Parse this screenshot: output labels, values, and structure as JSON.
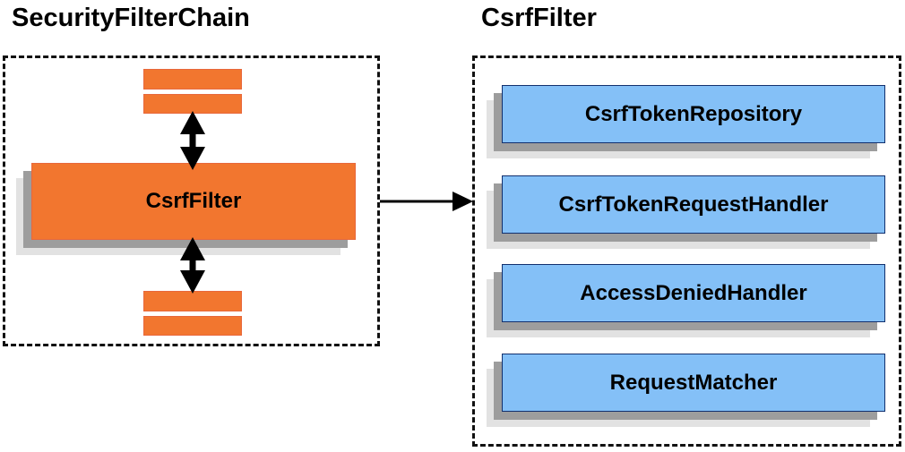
{
  "diagram": {
    "title_left": "SecurityFilterChain",
    "title_right": "CsrfFilter",
    "colors": {
      "orange_fill": "#f2762f",
      "orange_border": "#e8683c",
      "blue_fill": "#84c0f7",
      "blue_border": "#12306e",
      "shadow_near": "#9d9d9d",
      "shadow_far": "#e2e2e2",
      "stroke": "#000000",
      "panel_border": "#111111"
    }
  },
  "left_panel": {
    "title": "SecurityFilterChain",
    "filters_above": [
      "",
      ""
    ],
    "focus_filter": "CsrfFilter",
    "filters_below": [
      "",
      ""
    ],
    "arrows": [
      "up-down-arrow-above",
      "up-down-arrow-below"
    ]
  },
  "right_panel": {
    "title": "CsrfFilter",
    "collaborators": [
      {
        "label": "CsrfTokenRepository"
      },
      {
        "label": "CsrfTokenRequestHandler"
      },
      {
        "label": "AccessDeniedHandler"
      },
      {
        "label": "RequestMatcher"
      }
    ]
  },
  "connector": {
    "from": "SecurityFilterChain",
    "to": "CsrfFilter",
    "style": "single-headed-arrow"
  }
}
